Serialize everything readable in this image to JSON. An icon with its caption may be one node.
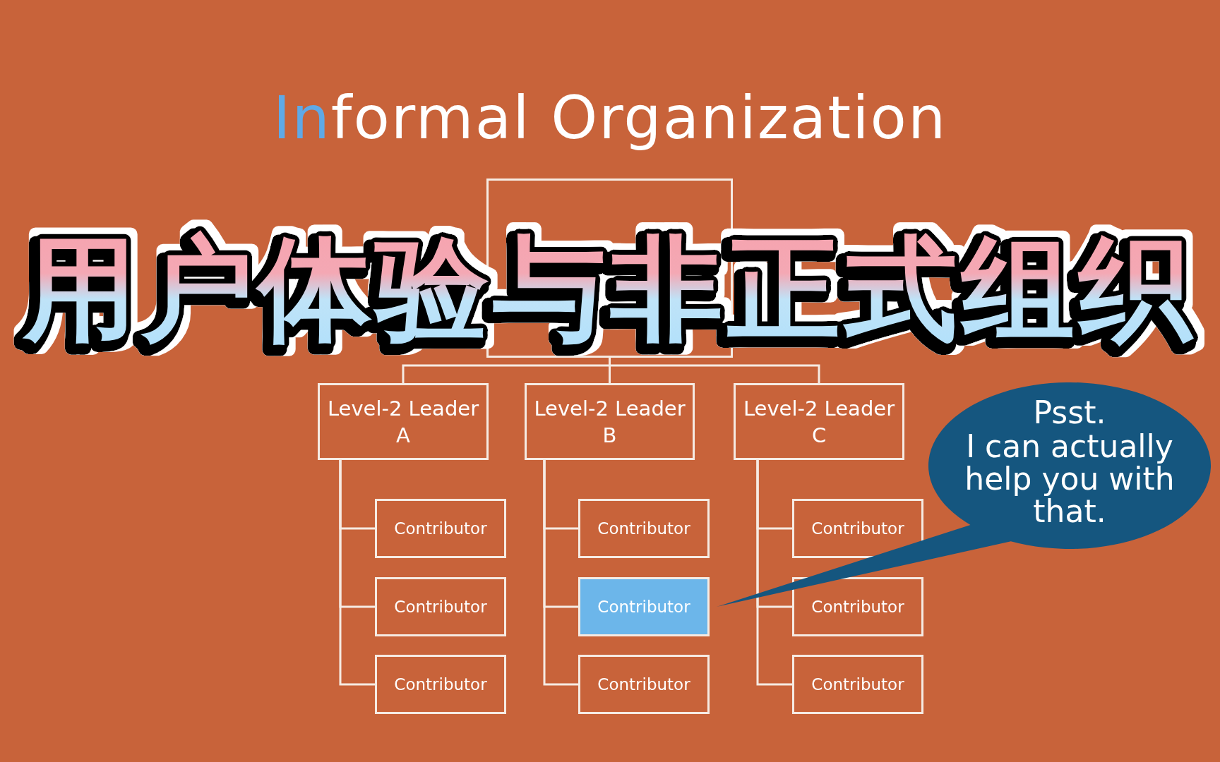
{
  "diagram": {
    "title": "用户体验与非正式组织",
    "nodes": [
      {
        "text": [],
        "shape": "box"
      },
      {
        "text": [
          "Level-2 Leader A"
        ]
      },
      {
        "text": [
          "Level-2 Leader B"
        ]
      },
      {
        "text": [
          "Level-2 Leader C"
        ]
      },
      {
        "text": [
          "Contributor"
        ]
      },
      {
        "text": [
          "Contributor"
        ]
      },
      {
        "text": [
          "Contributor"
        ]
      },
      {
        "text": [
          "Contributor"
        ]
      },
      {
        "text": [
          "Contributor"
        ]
      },
      {
        "text": [
          "Contributor"
        ]
      },
      {
        "text": [
          "Contributor"
        ]
      },
      {
        "text": [
          "Contributor"
        ]
      },
      {
        "text": [
          "Contributor"
        ]
      },
      {
        "text": [
          "Psst.",
          "I can actually help you with that."
        ]
      }
    ],
    "edges": [
      {
        "from": 0,
        "to": 1,
        "arrow": "none"
      },
      {
        "from": 0,
        "to": 2,
        "arrow": "none"
      },
      {
        "from": 0,
        "to": 3,
        "arrow": "none"
      },
      {
        "from": 1,
        "to": 4,
        "arrow": "none"
      },
      {
        "from": 1,
        "to": 5,
        "arrow": "none"
      },
      {
        "from": 1,
        "to": 6,
        "arrow": "none"
      },
      {
        "from": 2,
        "to": 7,
        "arrow": "none"
      },
      {
        "from": 2,
        "to": 8,
        "arrow": "none"
      },
      {
        "from": 2,
        "to": 9,
        "arrow": "none"
      },
      {
        "from": 3,
        "to": 10,
        "arrow": "none"
      },
      {
        "from": 3,
        "to": 11,
        "arrow": "none"
      },
      {
        "from": 3,
        "to": 12,
        "arrow": "none"
      }
    ],
    "labels": [
      "Informal Organization"
    ]
  }
}
